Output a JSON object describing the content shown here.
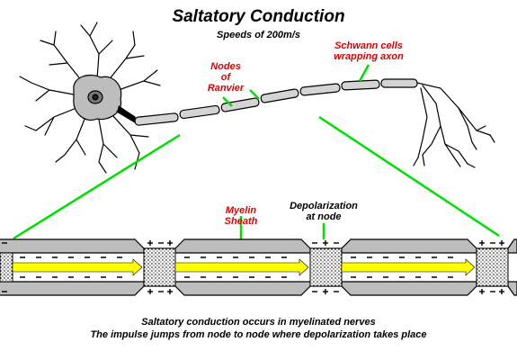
{
  "header": {
    "title": "Saltatory Conduction",
    "subtitle": "Speeds of 200m/s"
  },
  "labels": {
    "nodes": "Nodes\nof\nRanvier",
    "schwann": "Schwann cells\nwrapping axon",
    "myelin": "Myelin\nSheath",
    "depolarization": "Depolarization\nat node"
  },
  "caption": {
    "line1": "Saltatory conduction occurs in myelinated nerves",
    "line2": "The impulse jumps from node to node where depolarization takes place"
  },
  "colors": {
    "label_red": "#e00000",
    "pointer_green": "#00e000",
    "sheath_gray": "#bdbdbd",
    "impulse_yellow": "#ffff00"
  }
}
